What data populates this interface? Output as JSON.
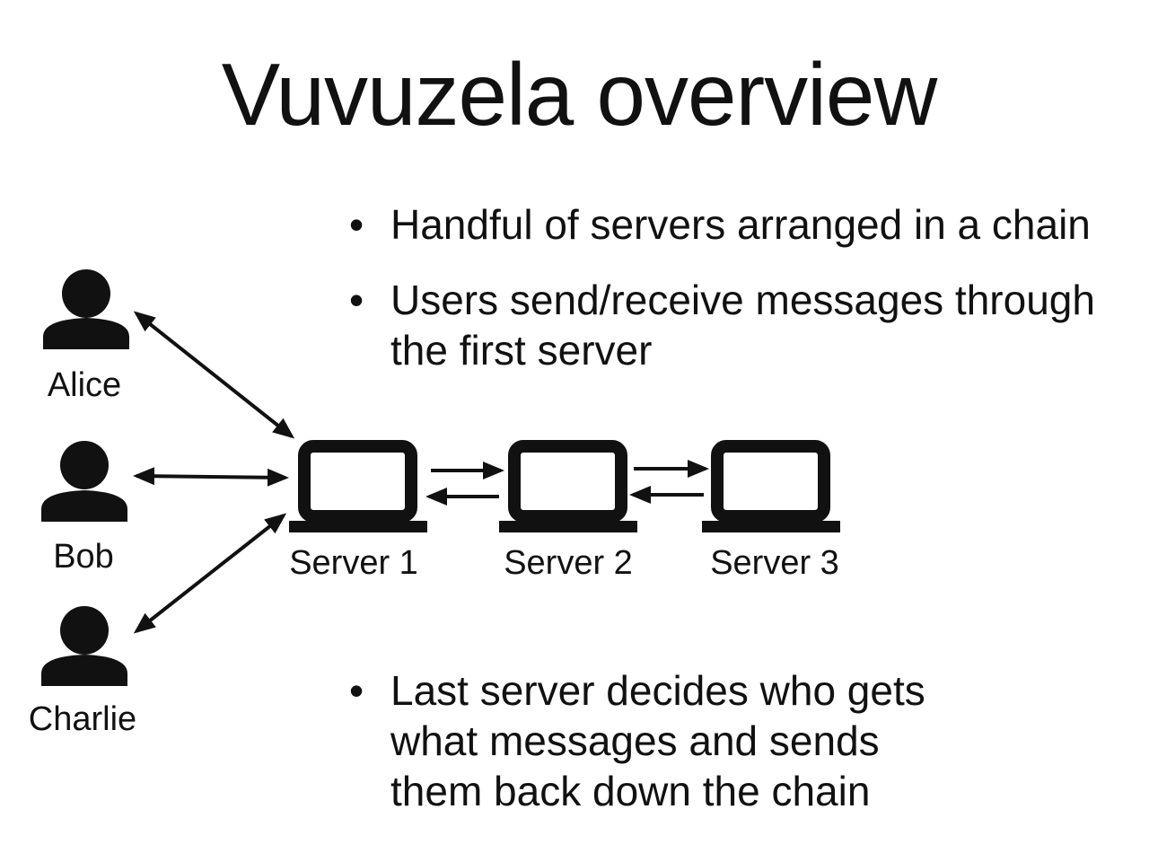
{
  "slide": {
    "title": "Vuvuzela overview",
    "bullets": [
      {
        "marker": "•",
        "lines": [
          "Handful of servers arranged in a chain"
        ]
      },
      {
        "marker": "•",
        "lines": [
          "Users send/receive messages through",
          "the first server"
        ]
      },
      {
        "marker": "•",
        "lines": [
          "Last server decides who gets",
          "what messages and sends",
          "them back down the chain"
        ]
      }
    ]
  },
  "diagram": {
    "users": [
      {
        "label": "Alice",
        "icon": "person-icon"
      },
      {
        "label": "Bob",
        "icon": "person-icon"
      },
      {
        "label": "Charlie",
        "icon": "person-icon"
      }
    ],
    "servers": [
      {
        "label": "Server 1",
        "icon": "laptop-icon"
      },
      {
        "label": "Server 2",
        "icon": "laptop-icon"
      },
      {
        "label": "Server 3",
        "icon": "laptop-icon"
      }
    ],
    "colors": {
      "ink": "#111111",
      "background": "#ffffff"
    }
  }
}
